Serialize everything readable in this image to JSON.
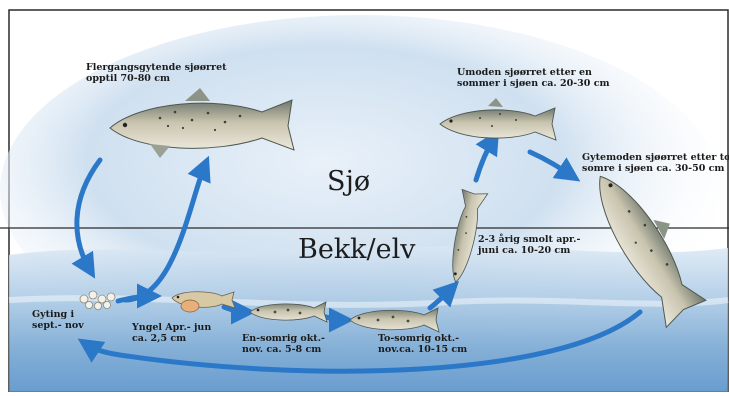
{
  "zones": {
    "sea": "Sjø",
    "stream": "Bekk/elv"
  },
  "labels": {
    "repeat_spawner": [
      "Flergangsgytende sjøørret",
      "opptil 70-80 cm"
    ],
    "immature_sea": [
      "Umoden sjøørret etter en",
      "sommer i sjøen ca. 20-30 cm"
    ],
    "mature_sea": [
      "Gytemoden sjøørret etter to",
      "somre i sjøen ca. 30-50 cm"
    ],
    "smolt": [
      "2-3 årig smolt apr.-",
      "juni ca. 10-20 cm"
    ],
    "spawning": [
      "Gyting i",
      "sept.- nov"
    ],
    "fry": [
      "Yngel Apr.- jun",
      "ca. 2,5 cm"
    ],
    "one_summer": [
      "En-somrig okt.-",
      "nov. ca. 5-8 cm"
    ],
    "two_summer": [
      "To-somrig okt.-",
      "nov.ca. 10-15 cm"
    ]
  },
  "colors": {
    "arrow": "#2b78c9",
    "sea_wash": "#bfd5ea",
    "water": "#8fb8dc",
    "fish_body": "#c9c4ae",
    "fish_dark": "#5f6a63",
    "fish_fin": "#9aa194"
  }
}
